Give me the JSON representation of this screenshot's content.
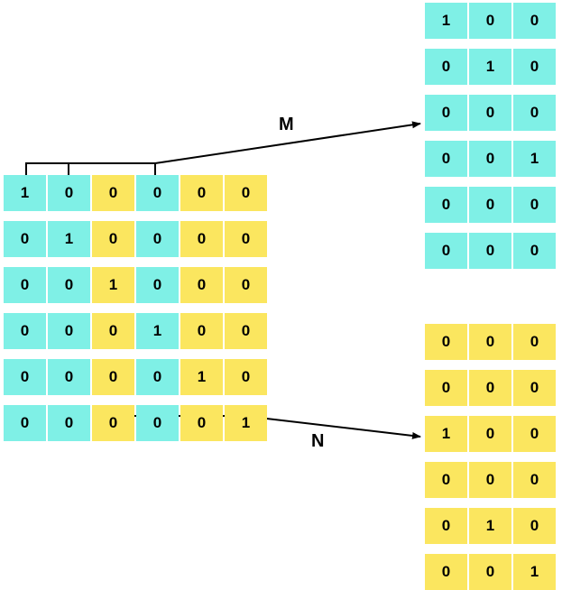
{
  "colors": {
    "cyan": "#7ff0e6",
    "yellow": "#fbe65f",
    "line": "#000000"
  },
  "labels": {
    "m": "M",
    "n": "N"
  },
  "source_matrix": {
    "col_colors": [
      "cyan",
      "cyan",
      "yellow",
      "cyan",
      "yellow",
      "yellow"
    ],
    "rows": [
      [
        "1",
        "0",
        "0",
        "0",
        "0",
        "0"
      ],
      [
        "0",
        "1",
        "0",
        "0",
        "0",
        "0"
      ],
      [
        "0",
        "0",
        "1",
        "0",
        "0",
        "0"
      ],
      [
        "0",
        "0",
        "0",
        "1",
        "0",
        "0"
      ],
      [
        "0",
        "0",
        "0",
        "0",
        "1",
        "0"
      ],
      [
        "0",
        "0",
        "0",
        "0",
        "0",
        "1"
      ]
    ]
  },
  "matrix_m": {
    "color": "cyan",
    "rows": [
      [
        "1",
        "0",
        "0"
      ],
      [
        "0",
        "1",
        "0"
      ],
      [
        "0",
        "0",
        "0"
      ],
      [
        "0",
        "0",
        "1"
      ],
      [
        "0",
        "0",
        "0"
      ],
      [
        "0",
        "0",
        "0"
      ]
    ]
  },
  "matrix_n": {
    "color": "yellow",
    "rows": [
      [
        "0",
        "0",
        "0"
      ],
      [
        "0",
        "0",
        "0"
      ],
      [
        "1",
        "0",
        "0"
      ],
      [
        "0",
        "0",
        "0"
      ],
      [
        "0",
        "1",
        "0"
      ],
      [
        "0",
        "0",
        "1"
      ]
    ]
  }
}
